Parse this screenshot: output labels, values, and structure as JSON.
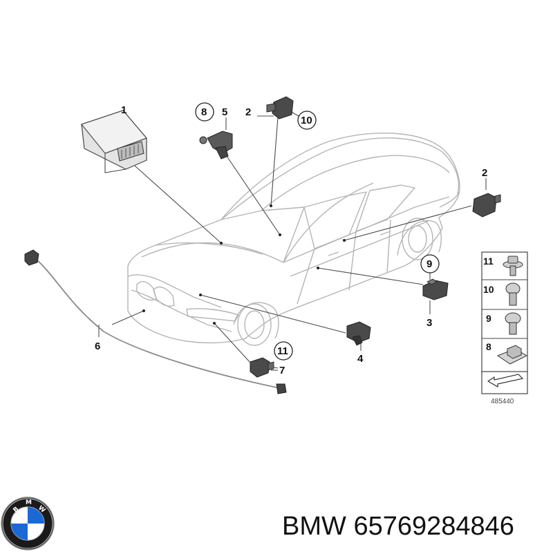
{
  "diagram": {
    "callouts": [
      "1",
      "2",
      "3",
      "4",
      "5",
      "6",
      "7",
      "8",
      "9",
      "10",
      "11"
    ],
    "legend": {
      "rows": [
        {
          "number": "11",
          "part": "flange-screw"
        },
        {
          "number": "10",
          "part": "torx-screw"
        },
        {
          "number": "9",
          "part": "button-head-screw"
        },
        {
          "number": "8",
          "part": "clip-nut"
        }
      ]
    },
    "reference_number": "485440"
  },
  "brand_logo": {
    "letters": [
      "B",
      "M",
      "W"
    ]
  },
  "caption": {
    "brand": "BMW",
    "part_number": "65769284846"
  },
  "colors": {
    "line": "#8a8a8a",
    "part_dark": "#3a3a3a",
    "logo_blue": "#1c69d4",
    "text": "#111111"
  }
}
